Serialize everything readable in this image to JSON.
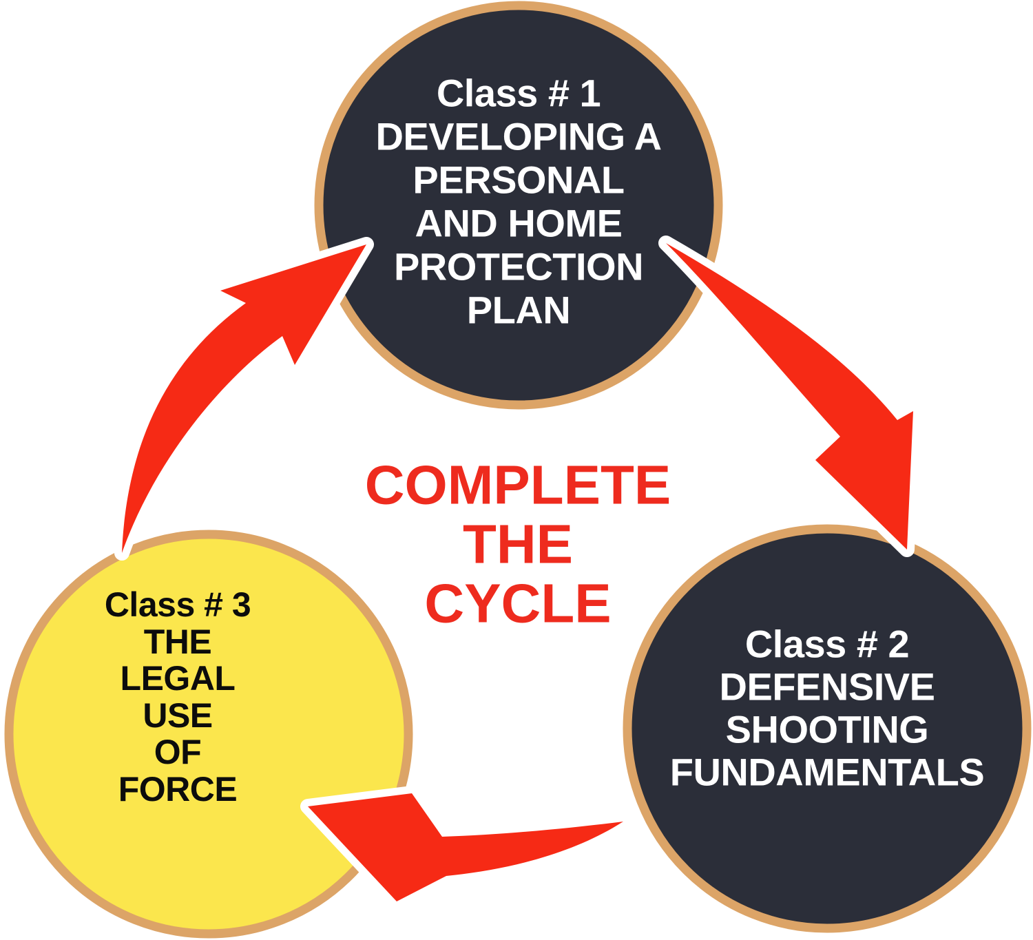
{
  "diagram": {
    "title": "Complete the cycle class diagram",
    "background_color": "#ffffff",
    "ring_color": "#dca467",
    "arrow_color": "#f62a15",
    "center_label": {
      "color": "#ee2b1e",
      "lines": [
        "COMPLETE",
        "THE",
        "CYCLE"
      ]
    },
    "nodes": [
      {
        "id": "class-1",
        "fill": "#2b2e39",
        "text_color": "#ffffff",
        "lines": [
          "Class # 1",
          "DEVELOPING A",
          "PERSONAL",
          "AND HOME",
          "PROTECTION",
          "PLAN"
        ]
      },
      {
        "id": "class-2",
        "fill": "#2b2e39",
        "text_color": "#ffffff",
        "lines": [
          "Class # 2",
          "DEFENSIVE",
          "SHOOTING",
          "FUNDAMENTALS"
        ]
      },
      {
        "id": "class-3",
        "fill": "#fbe64d",
        "text_color": "#0c0c0c",
        "lines": [
          "Class # 3",
          "THE",
          "LEGAL",
          "USE",
          "OF",
          "FORCE"
        ]
      }
    ],
    "arrows": [
      {
        "id": "arrow-class-1-to-class-2",
        "from": "class-1",
        "to": "class-2"
      },
      {
        "id": "arrow-class-2-to-class-3",
        "from": "class-2",
        "to": "class-3"
      },
      {
        "id": "arrow-class-3-to-class-1",
        "from": "class-3",
        "to": "class-1"
      }
    ]
  }
}
